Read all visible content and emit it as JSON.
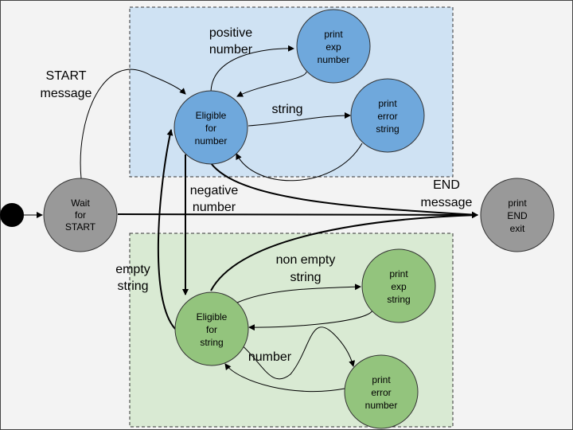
{
  "colors": {
    "background": "#f3f3f3",
    "region_blue": "#cfe2f3",
    "region_green": "#d9ead3",
    "node_blue": "#6fa8dc",
    "node_green": "#93c47d",
    "node_gray": "#999999",
    "start_dot": "#000000",
    "edge": "#000000"
  },
  "nodes": {
    "wait": [
      "Wait",
      "for",
      "START"
    ],
    "eligible_number": [
      "Eligible",
      "for",
      "number"
    ],
    "print_exp_number": [
      "print",
      "exp",
      "number"
    ],
    "print_error_string": [
      "print",
      "error",
      "string"
    ],
    "eligible_string": [
      "Eligible",
      "for",
      "string"
    ],
    "print_exp_string": [
      "print",
      "exp",
      "string"
    ],
    "print_error_number": [
      "print",
      "error",
      "number"
    ],
    "print_end": [
      "print",
      "END",
      "exit"
    ]
  },
  "edge_labels": {
    "start_message": [
      "START",
      "message"
    ],
    "positive_number": [
      "positive",
      "number"
    ],
    "string": [
      "string"
    ],
    "negative_number": [
      "negative",
      "number"
    ],
    "end_message": [
      "END",
      "message"
    ],
    "empty_string": [
      "empty",
      "string"
    ],
    "non_empty_string": [
      "non empty",
      "string"
    ],
    "number": [
      "number"
    ]
  }
}
